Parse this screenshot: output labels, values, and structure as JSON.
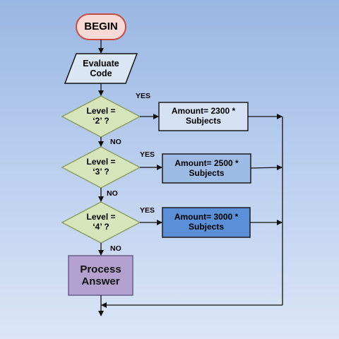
{
  "flowchart": {
    "begin": {
      "text": "BEGIN"
    },
    "evaluate": {
      "line1": "Evaluate",
      "line2": "Code"
    },
    "decisions": [
      {
        "line1": "Level  =",
        "line2": "‘2’ ?",
        "yes": "YES",
        "no": "NO"
      },
      {
        "line1": "Level  =",
        "line2": "‘3’ ?",
        "yes": "YES",
        "no": "NO"
      },
      {
        "line1": "Level  =",
        "line2": "‘4’ ?",
        "yes": "YES",
        "no": "NO"
      }
    ],
    "amounts": [
      {
        "line1": "Amount= 2300 *",
        "line2": "Subjects",
        "fill": "#d6e2f4"
      },
      {
        "line1": "Amount= 2500 *",
        "line2": "Subjects",
        "fill": "#9ebbe6"
      },
      {
        "line1": "Amount= 3000 *",
        "line2": "Subjects",
        "fill": "#5b8fd8"
      }
    ],
    "process": {
      "line1": "Process",
      "line2": "Answer"
    }
  },
  "colors": {
    "background_top": "#9ab6e2",
    "background_bottom": "#dbe5f6",
    "begin_fill": "#f7d9d6",
    "begin_stroke": "#c94b44",
    "evaluate_fill": "#dbe6f5",
    "decision_fill": "#d8e5bc",
    "decision_stroke": "#8aa063",
    "process_fill": "#b3a2cf",
    "process_stroke": "#6a5f86",
    "line": "#111111"
  }
}
